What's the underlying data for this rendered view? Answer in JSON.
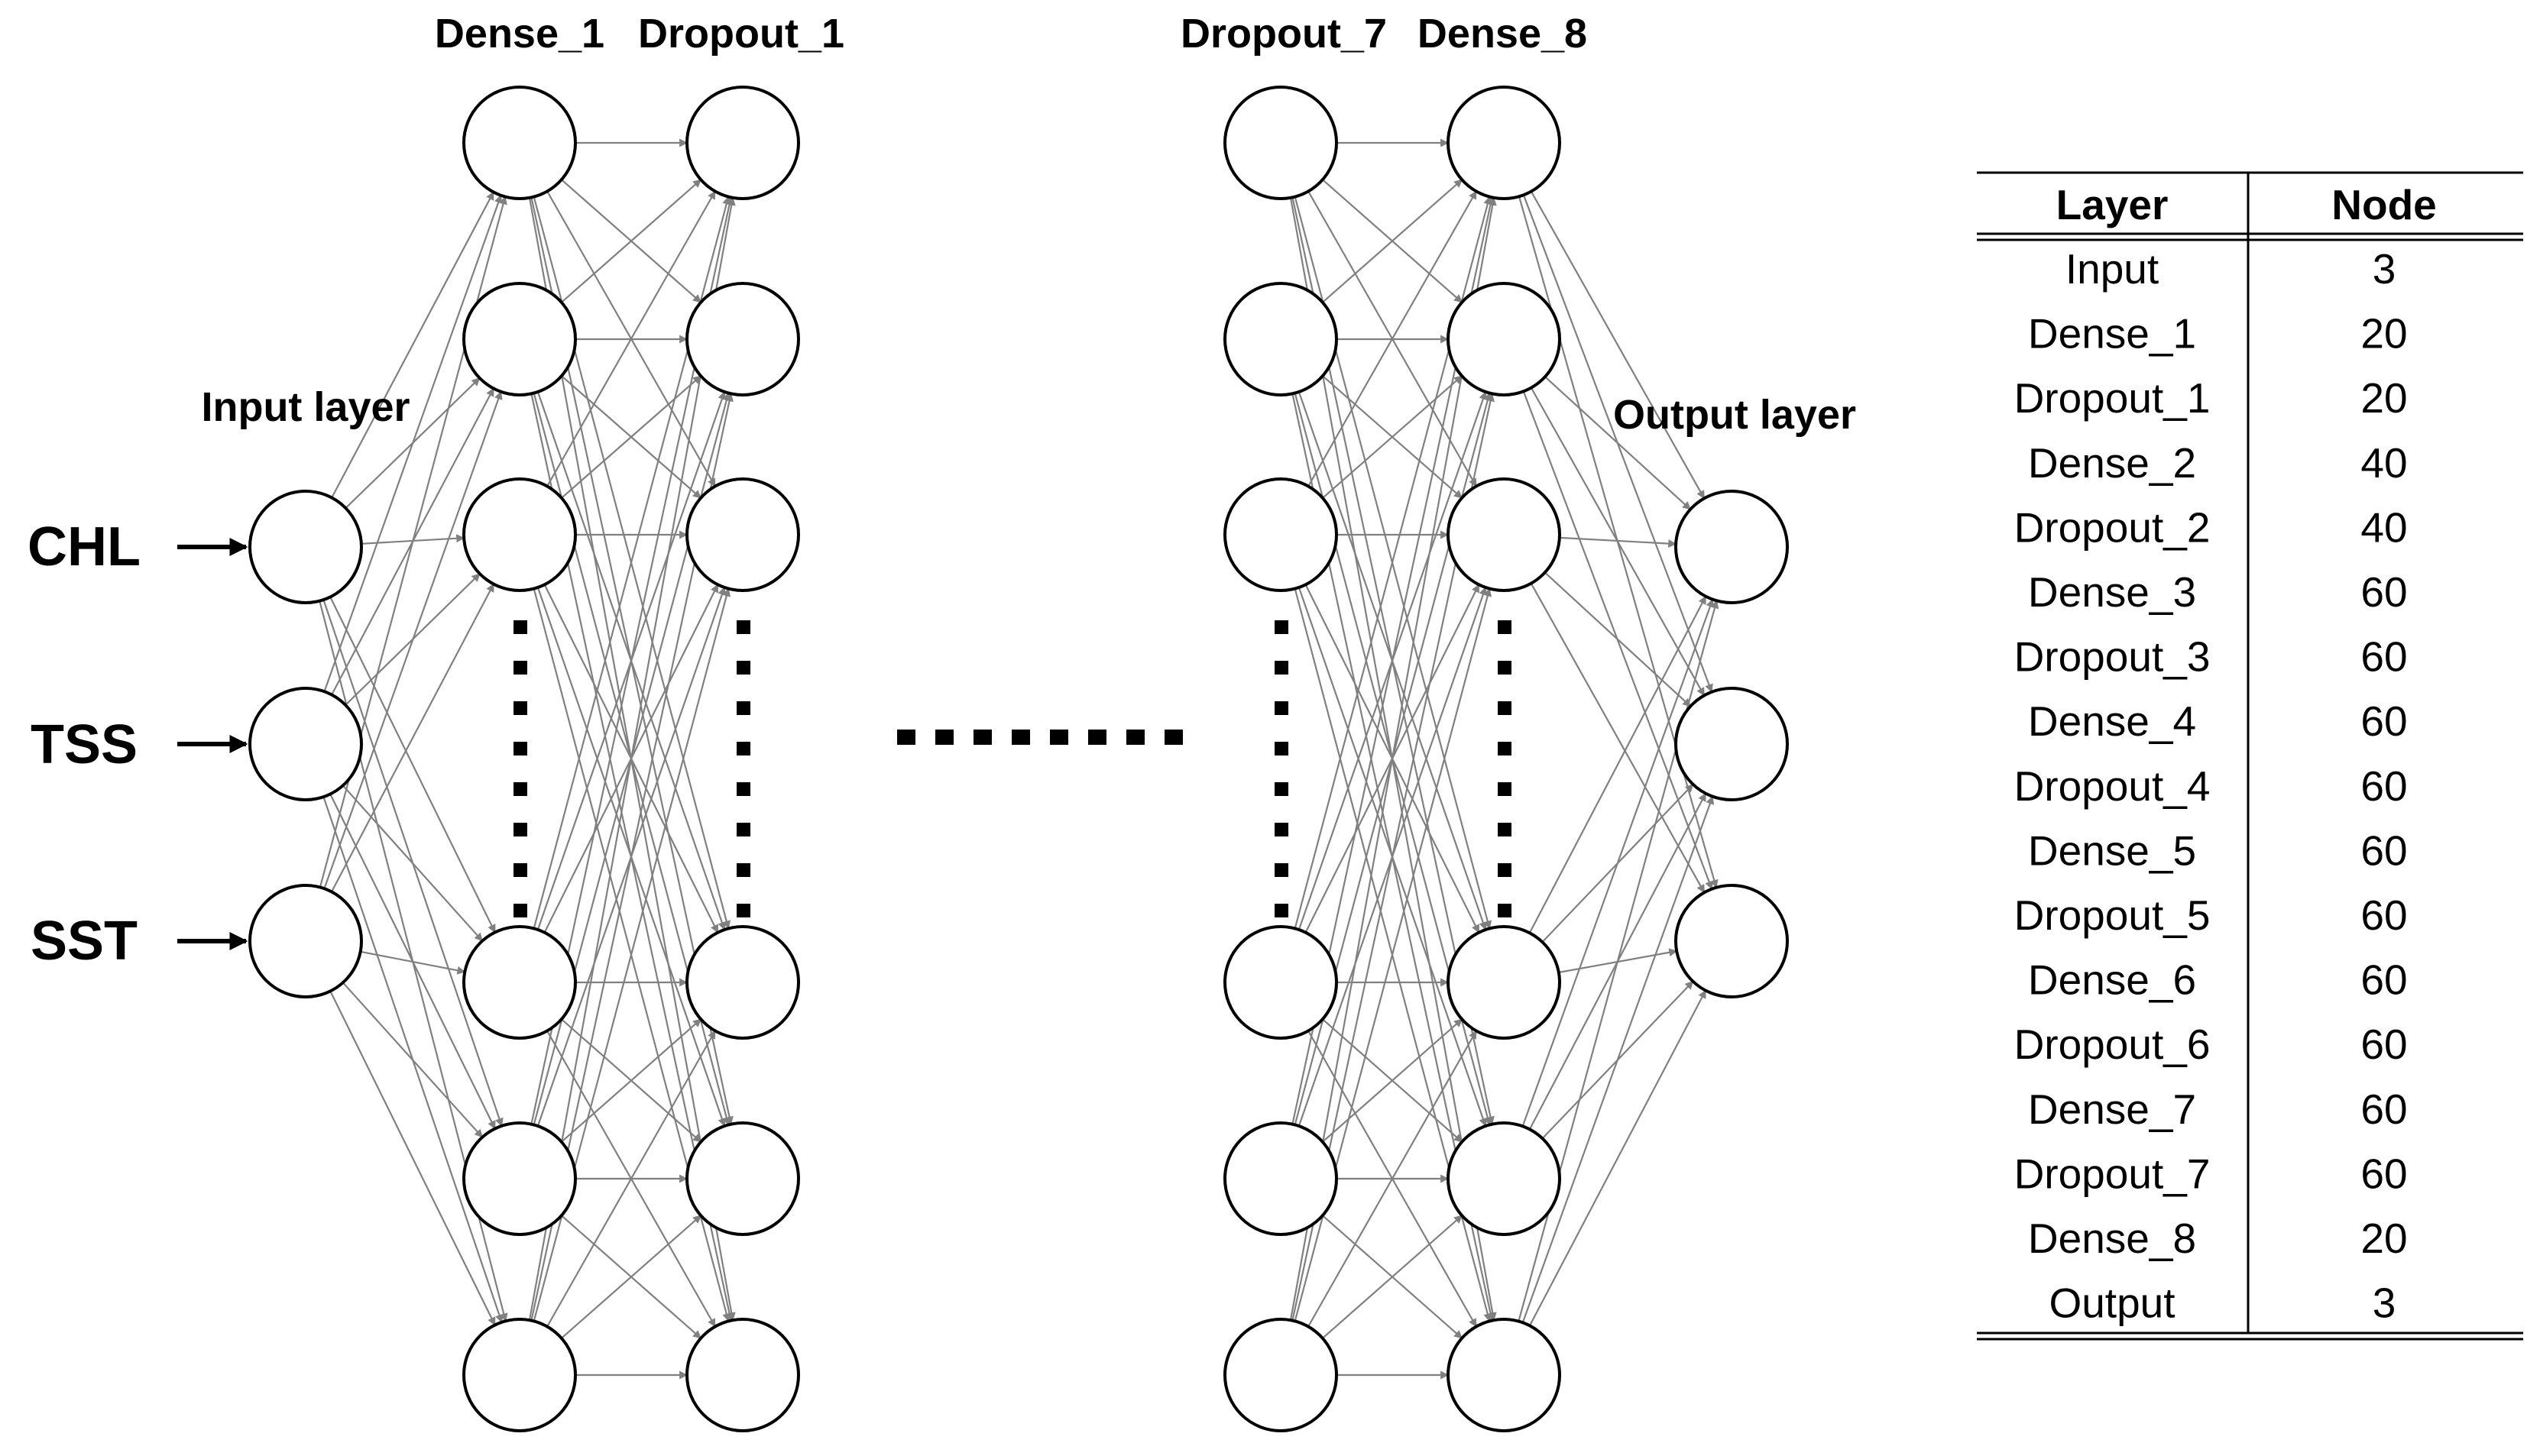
{
  "layer_labels": {
    "dense_1": "Dense_1",
    "dropout_1": "Dropout_1",
    "dropout_7": "Dropout_7",
    "dense_8": "Dense_8",
    "input_layer": "Input layer",
    "output_layer": "Output layer"
  },
  "inputs": [
    "CHL",
    "TSS",
    "SST"
  ],
  "table": {
    "headers": [
      "Layer",
      "Node"
    ],
    "rows": [
      [
        "Input",
        "3"
      ],
      [
        "Dense_1",
        "20"
      ],
      [
        "Dropout_1",
        "20"
      ],
      [
        "Dense_2",
        "40"
      ],
      [
        "Dropout_2",
        "40"
      ],
      [
        "Dense_3",
        "60"
      ],
      [
        "Dropout_3",
        "60"
      ],
      [
        "Dense_4",
        "60"
      ],
      [
        "Dropout_4",
        "60"
      ],
      [
        "Dense_5",
        "60"
      ],
      [
        "Dropout_5",
        "60"
      ],
      [
        "Dense_6",
        "60"
      ],
      [
        "Dropout_6",
        "60"
      ],
      [
        "Dense_7",
        "60"
      ],
      [
        "Dropout_7",
        "60"
      ],
      [
        "Dense_8",
        "20"
      ],
      [
        "Output",
        "3"
      ]
    ]
  },
  "colors": {
    "connection": "#808080",
    "node_stroke": "#000000",
    "text": "#000000"
  }
}
